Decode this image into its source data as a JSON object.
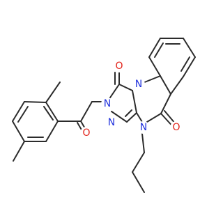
{
  "colors": {
    "background": "#ffffff",
    "bond": "#2b2b2b",
    "oxygen": "#e2231a",
    "nitrogen": "#2233dd"
  },
  "atoms": {
    "o_carbonyl_top": "O",
    "o_carbonyl_right": "O",
    "o_ketone": "O",
    "n_ring_junction": "N",
    "n_triazole_2": "N",
    "n_triazole_3": "N",
    "n_ring_4": "N"
  }
}
